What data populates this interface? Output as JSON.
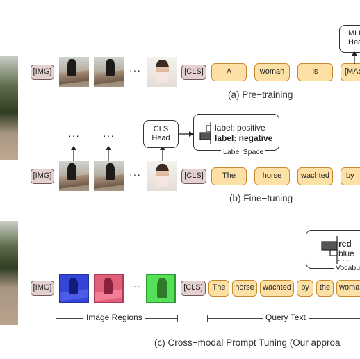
{
  "panel_a": {
    "img_tag": "[IMG]",
    "ellipsis": "···",
    "cls_tag": "[CLS]",
    "tokens": [
      "A",
      "woman",
      "is",
      "[MAS"
    ],
    "head_label_line1": "MLM",
    "head_label_line2": "Head",
    "caption": "(a) Pre−training"
  },
  "panel_b": {
    "img_tag": "[IMG]",
    "ellipsis": "···",
    "cls_tag": "[CLS]",
    "tokens": [
      "The",
      "horse",
      "wachted",
      "by"
    ],
    "head_label_line1": "CLS",
    "head_label_line2": "Head",
    "label_positive": "label: positive",
    "label_negative": "label: negative",
    "label_space": "Label Space",
    "caption": "(b) Fine−tuning"
  },
  "panel_c": {
    "img_tag": "[IMG]",
    "ellipsis": "···",
    "cls_tag": "[CLS]",
    "tokens": [
      "The",
      "horse",
      "wachted",
      "by",
      "the",
      "woma"
    ],
    "vocab_top": "· · ·",
    "vocab_red": "red",
    "vocab_blue": "blue",
    "vocab_bottom": "· · ·",
    "vocab_label": "Vocabu",
    "image_regions": "Image Regions",
    "query_text": "Query Text",
    "caption": "(c) Cross−modal Prompt Tuning (Our approa"
  },
  "colors": {
    "token_fill": "#fce0a6",
    "token_border": "#c9882c",
    "tag_fill": "#e3d0cf",
    "region_blue": "#2f3fd6",
    "region_red": "#e0506e",
    "region_green": "#3bd14a"
  }
}
